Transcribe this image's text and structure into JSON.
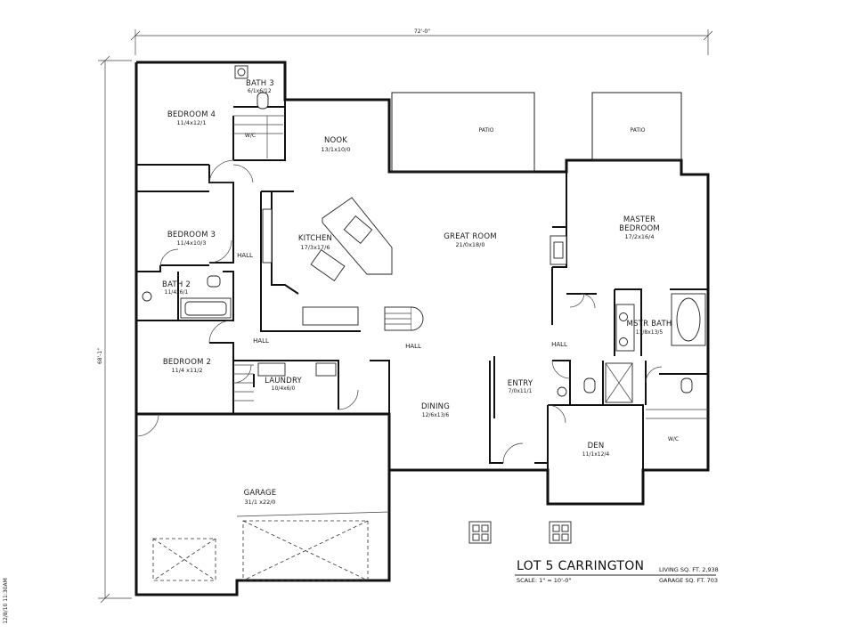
{
  "plan": {
    "overall_width": "72'-0\"",
    "overall_depth": "68'-1\"",
    "side_stamp": "12/8/10 11:30AM"
  },
  "rooms": {
    "bath3": {
      "name": "BATH 3",
      "dim": "6/1x6/12"
    },
    "bedroom4": {
      "name": "BEDROOM 4",
      "dim": "11/4x12/1"
    },
    "wic_bed4": {
      "name": "W/C"
    },
    "nook": {
      "name": "NOOK",
      "dim": "13/1x10/0"
    },
    "patio_left": {
      "name": "PATIO"
    },
    "patio_right": {
      "name": "PATIO"
    },
    "bedroom3": {
      "name": "BEDROOM 3",
      "dim": "11/4x10/3"
    },
    "kitchen": {
      "name": "KITCHEN",
      "dim": "17/3x17/6"
    },
    "great_room": {
      "name": "GREAT ROOM",
      "dim": "21/0x18/0"
    },
    "master_bedroom": {
      "name": "MASTER",
      "name2": "BEDROOM",
      "dim": "17/2x16/4"
    },
    "bath2": {
      "name": "BATH 2",
      "dim": "11/4x6/1"
    },
    "mstr_bath": {
      "name": "MSTR BATH",
      "dim": "11/8x13/5"
    },
    "bedroom2": {
      "name": "BEDROOM 2",
      "dim": "11/4 x11/2"
    },
    "laundry": {
      "name": "LAUNDRY",
      "dim": "10/4x6/0"
    },
    "entry": {
      "name": "ENTRY",
      "dim": "7/0x11/1"
    },
    "dining": {
      "name": "DINING",
      "dim": "12/6x13/6"
    },
    "den": {
      "name": "DEN",
      "dim": "11/1x12/4"
    },
    "wic_master": {
      "name": "W/C"
    },
    "garage": {
      "name": "GARAGE",
      "dim": "31/1 x22/0"
    }
  },
  "halls": {
    "hall_upper": "HALL",
    "hall_lower": "HALL",
    "hall_center": "HALL",
    "hall_right": "HALL"
  },
  "title_block": {
    "title": "LOT 5 CARRINGTON",
    "scale": "SCALE: 1\" = 10'-0\"",
    "living_sqft": "LIVING SQ. FT. 2,938",
    "garage_sqft": "GARAGE SQ. FT. 703"
  }
}
